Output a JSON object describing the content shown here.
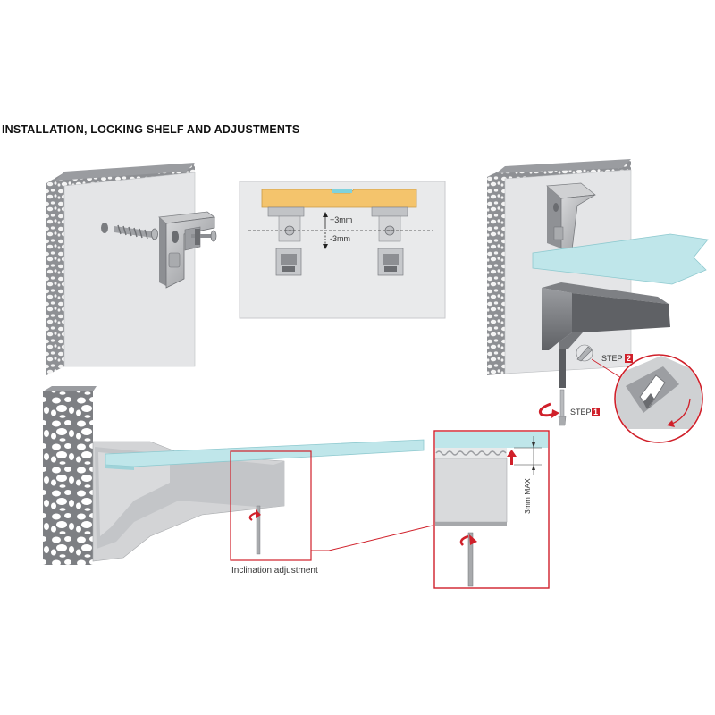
{
  "header": {
    "title": "INSTALLATION, LOCKING SHELF AND ADJUSTMENTS"
  },
  "panel_top_middle": {
    "plus_label": "+3mm",
    "minus_label": "-3mm"
  },
  "panel_top_right": {
    "step1_label": "STEP",
    "step1_number": "1",
    "step2_label": "STEP",
    "step2_number": "2"
  },
  "panel_bottom": {
    "inclination_label": "Inclination adjustment",
    "max_label": "3mm MAX"
  },
  "colors": {
    "accent": "#d0202a",
    "wall": "#e3e4e6",
    "metal": "#b8babd",
    "glass": "#bfe6ea",
    "wood": "#f5c978"
  }
}
